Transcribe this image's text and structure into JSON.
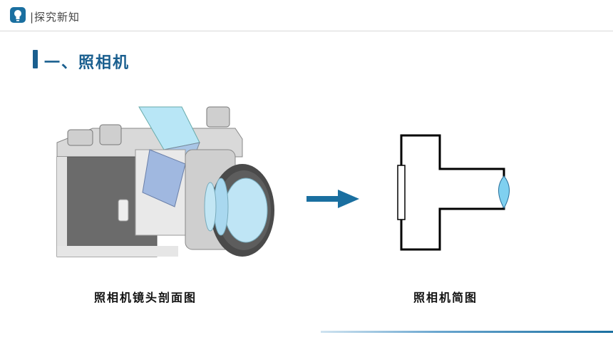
{
  "header": {
    "title": "|探究新知",
    "logo_icon": "lightbulb-icon"
  },
  "section": {
    "title": "一、照相机"
  },
  "figures": {
    "left_caption": "照相机镜头剖面图",
    "right_caption": "照相机简图"
  },
  "colors": {
    "accent": "#1a5f8f",
    "lens": "#7fd0f0",
    "arrow": "#1a6fa0"
  }
}
